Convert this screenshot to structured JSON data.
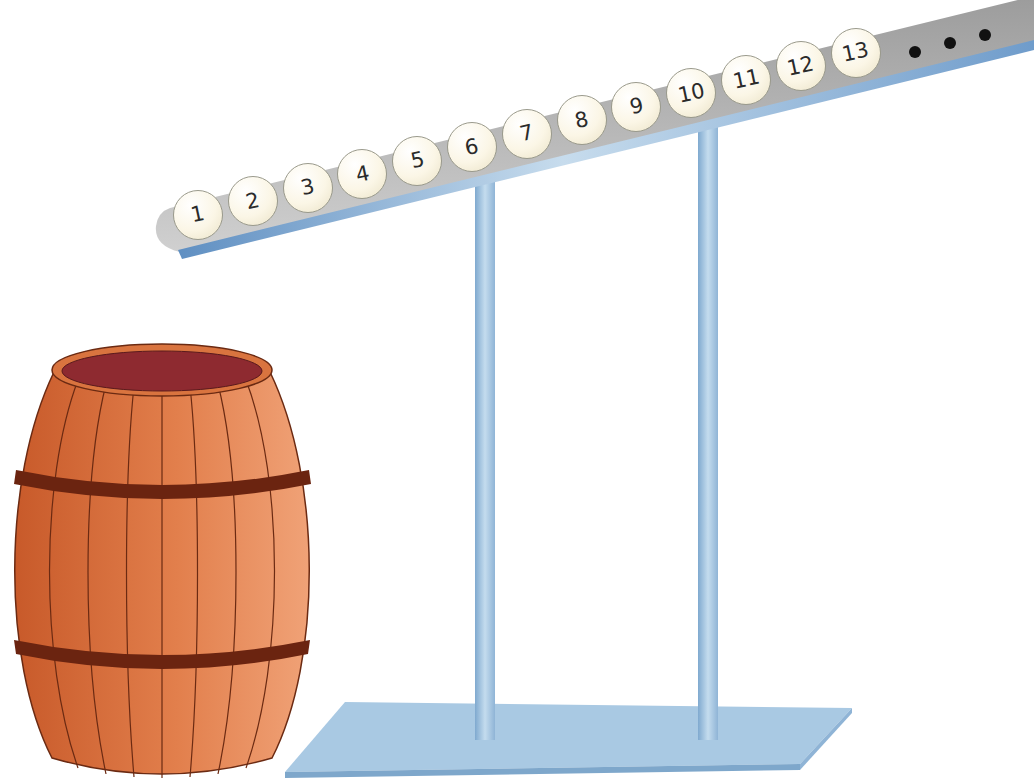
{
  "diagram": {
    "nodes": [
      {
        "text": [
          "1"
        ]
      },
      {
        "text": [
          "2"
        ]
      },
      {
        "text": [
          "3"
        ]
      },
      {
        "text": [
          "4"
        ]
      },
      {
        "text": [
          "5"
        ]
      },
      {
        "text": [
          "6"
        ]
      },
      {
        "text": [
          "7"
        ]
      },
      {
        "text": [
          "8"
        ]
      },
      {
        "text": [
          "9"
        ]
      },
      {
        "text": [
          "10"
        ]
      },
      {
        "text": [
          "11"
        ]
      },
      {
        "text": [
          "12"
        ]
      },
      {
        "text": [
          "13"
        ]
      }
    ]
  }
}
